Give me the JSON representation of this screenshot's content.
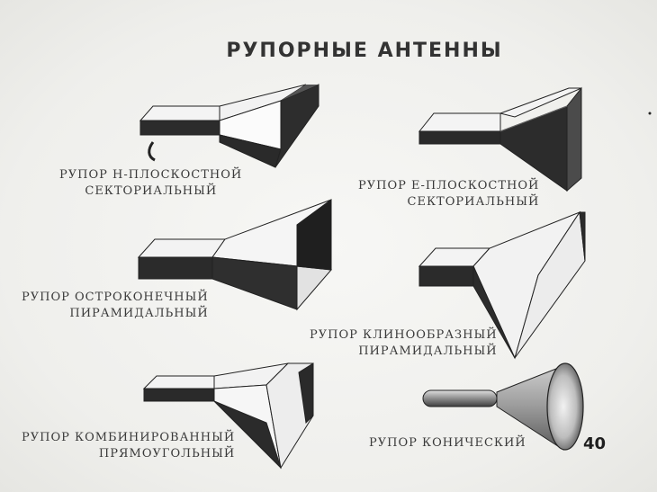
{
  "title": "РУПОРНЫЕ АНТЕННЫ",
  "page_number": "40",
  "horns": [
    {
      "line1": "РУПОР Н-ПЛОСКОСТНОЙ",
      "line2": "СЕКТОРИАЛЬНЫЙ"
    },
    {
      "line1": "РУПОР Е-ПЛОСКОСТНОЙ",
      "line2": "СЕКТОРИАЛЬНЫЙ"
    },
    {
      "line1": "РУПОР ОСТРОКОНЕЧНЫЙ",
      "line2": "ПИРАМИДАЛЬНЫЙ"
    },
    {
      "line1": "РУПОР КЛИНООБРАЗНЫЙ",
      "line2": "ПИРАМИДАЛЬНЫЙ"
    },
    {
      "line1": "РУПОР КОМБИНИРОВАННЫЙ",
      "line2": "ПРЯМОУГОЛЬНЫЙ"
    },
    {
      "line1": "РУПОР КОНИЧЕСКИЙ",
      "line2": ""
    }
  ]
}
